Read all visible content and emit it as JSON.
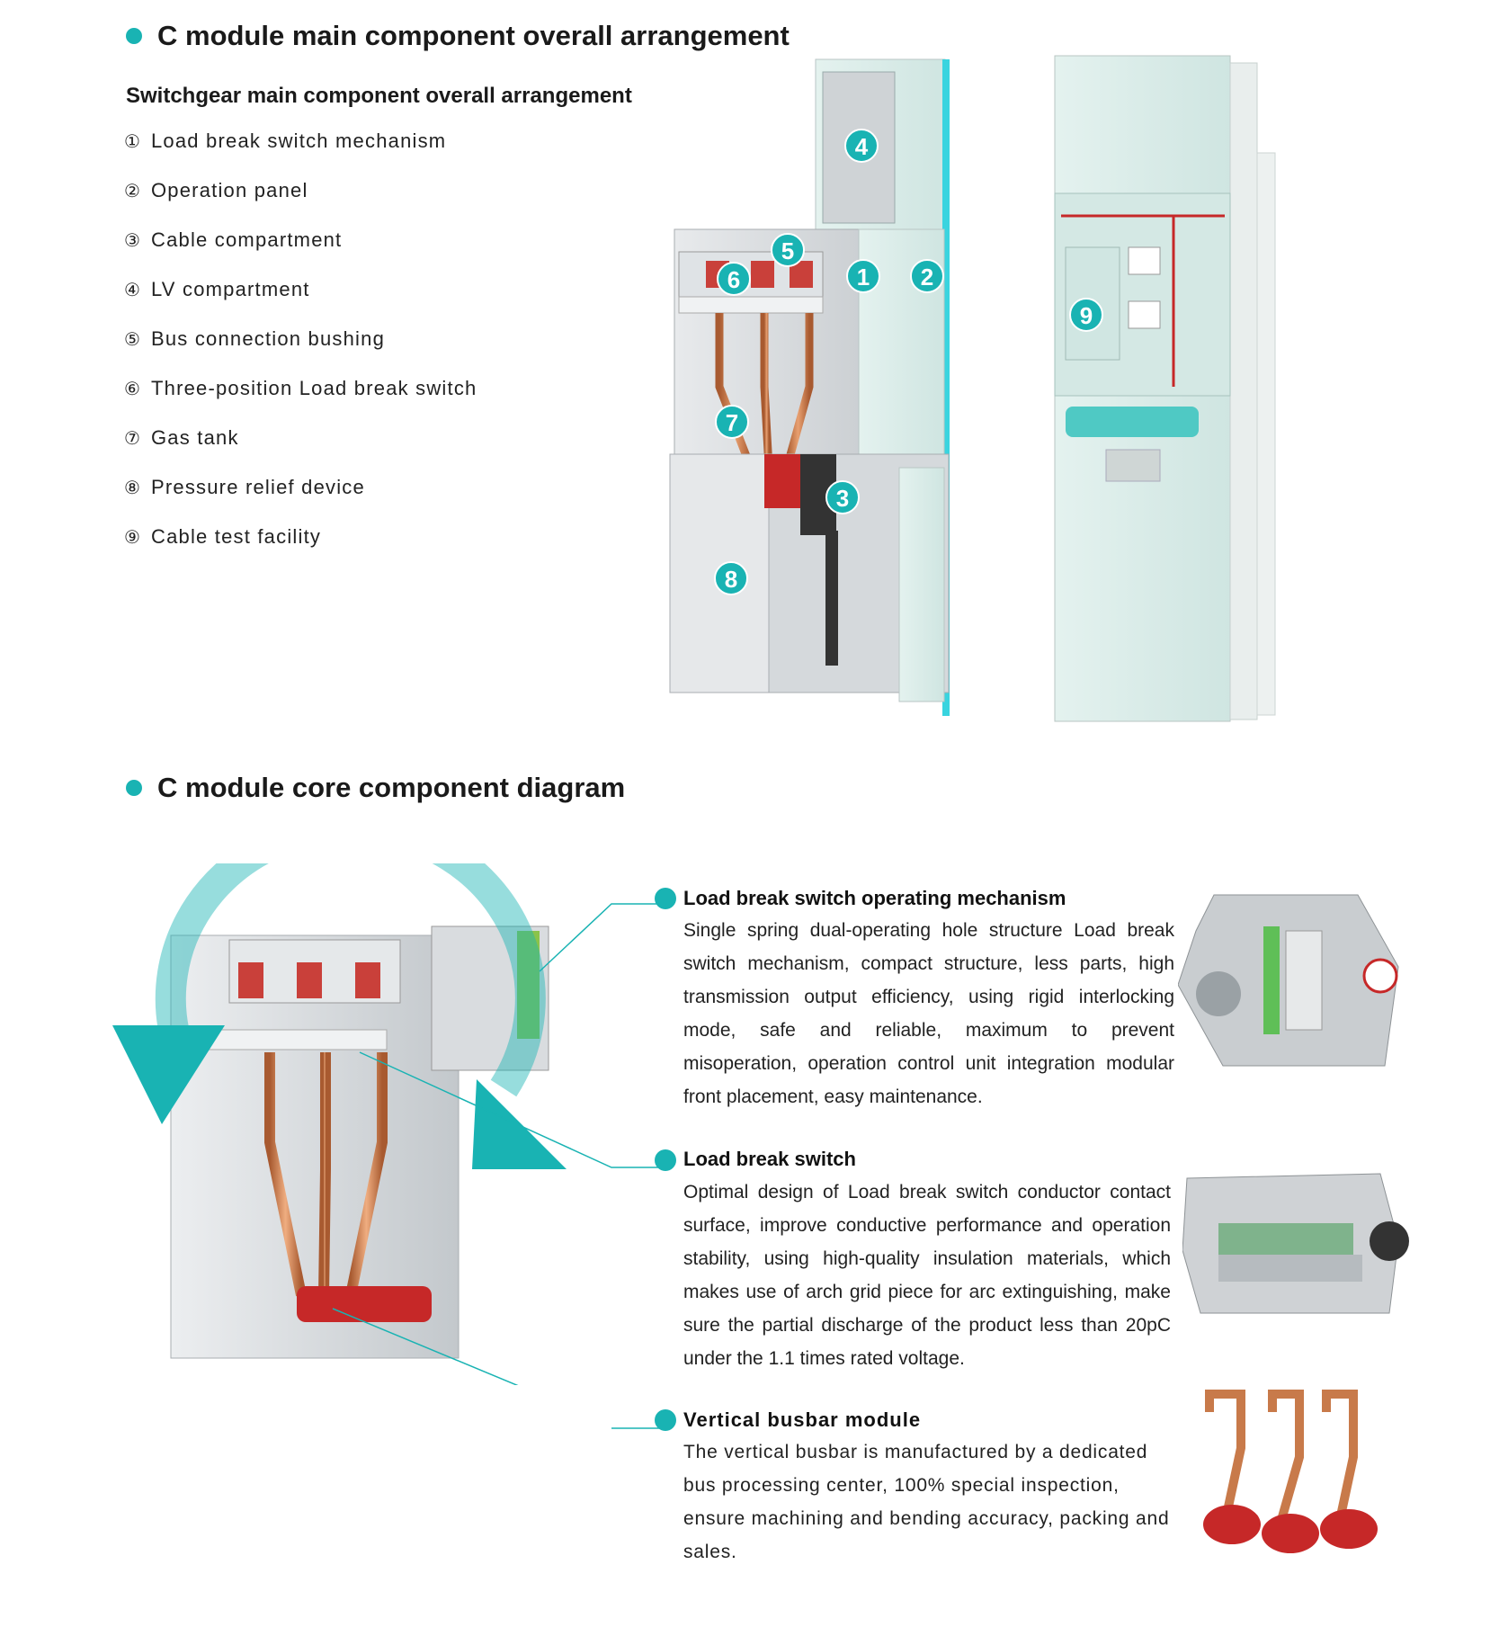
{
  "section1": {
    "title": "C module main component overall arrangement",
    "subtitle": "Switchgear main component overall arrangement",
    "items": [
      {
        "num": "①",
        "label": "Load break switch mechanism"
      },
      {
        "num": "②",
        "label": "Operation panel"
      },
      {
        "num": "③",
        "label": "Cable compartment"
      },
      {
        "num": "④",
        "label": "LV compartment"
      },
      {
        "num": "⑤",
        "label": "Bus connection bushing"
      },
      {
        "num": "⑥",
        "label": "Three-position Load break switch"
      },
      {
        "num": "⑦",
        "label": "Gas tank"
      },
      {
        "num": "⑧",
        "label": "Pressure relief device"
      },
      {
        "num": "⑨",
        "label": "Cable test facility"
      }
    ],
    "badges": [
      "1",
      "2",
      "3",
      "4",
      "5",
      "6",
      "7",
      "8",
      "9"
    ]
  },
  "section2": {
    "title": "C module core component diagram",
    "features": [
      {
        "title": "Load break switch operating mechanism",
        "body": "Single spring dual-operating hole structure Load break switch mechanism, compact structure, less parts, high transmission output efficiency, using rigid interlocking mode, safe and reliable, maximum to prevent misoperation, operation control unit integration modular front placement, easy maintenance."
      },
      {
        "title": "Load break switch",
        "body": "Optimal design of Load break switch conductor contact surface, improve conductive performance and operation stability, using high-quality insulation materials, which makes use of arch grid piece for arc extinguishing, make sure the partial discharge of the product less than 20pC under the 1.1 times rated voltage."
      },
      {
        "title": "Vertical busbar module",
        "body": "The vertical busbar is manufactured by a dedicated bus processing center, 100% special inspection, ensure machining and bending accuracy, packing and sales."
      }
    ]
  },
  "colors": {
    "accent": "#19b3b3",
    "panel": "#d9ece9",
    "copper": "#c87a4a",
    "bushing": "#c62828"
  },
  "icons": {
    "bullet": "teal-dot-icon",
    "badge": "numbered-callout-icon",
    "rotation": "rotate-arrow-icon"
  }
}
